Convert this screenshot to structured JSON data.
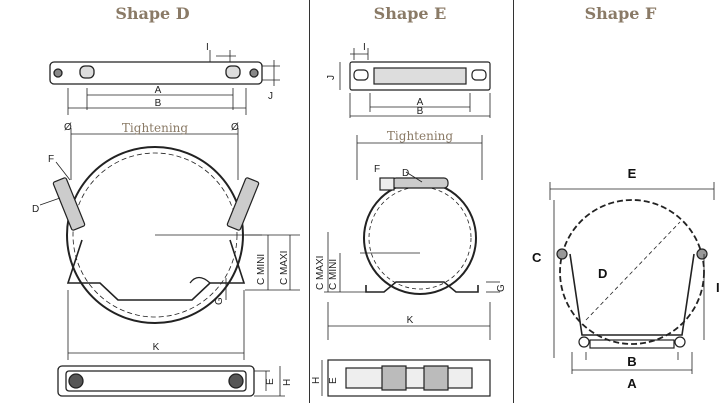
{
  "shape_d": {
    "title": "Shape D",
    "tightening": "Tightening",
    "labels": {
      "a": "A",
      "b": "B",
      "i": "I",
      "j": "J",
      "phi_left": "Ø",
      "phi_right": "Ø",
      "f": "F",
      "d": "D",
      "c_mini": "C MINI",
      "c_maxi": "C MAXI",
      "g": "G",
      "k": "K",
      "e": "E",
      "h": "H"
    }
  },
  "shape_e": {
    "title": "Shape E",
    "tightening": "Tightening",
    "labels": {
      "i": "I",
      "j": "J",
      "a": "A",
      "b": "B",
      "f": "F",
      "d": "D",
      "c_maxi": "C MAXI",
      "c_mini": "C MINI",
      "g": "G",
      "k": "K",
      "h": "H",
      "e": "E"
    }
  },
  "shape_f": {
    "title": "Shape F",
    "labels": {
      "e": "E",
      "c": "C",
      "d": "D",
      "i": "I",
      "b": "B",
      "a": "A"
    }
  }
}
